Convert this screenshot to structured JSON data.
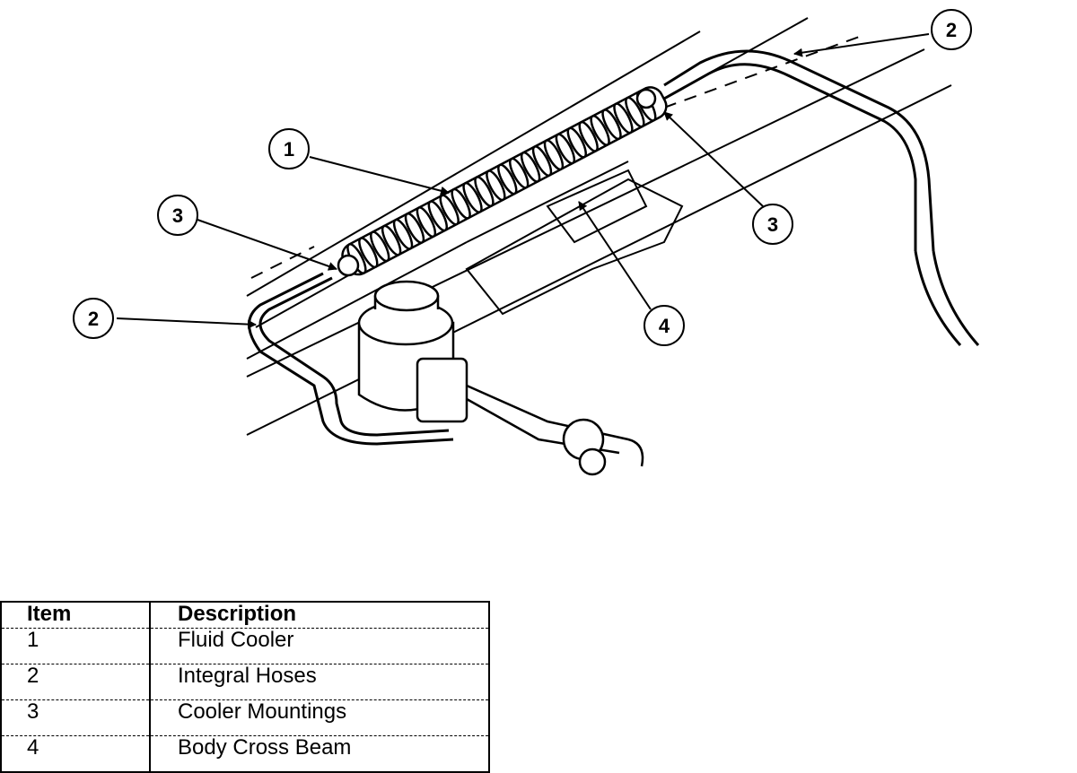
{
  "callouts": [
    "1",
    "2",
    "3",
    "4"
  ],
  "legend": {
    "headers": {
      "item": "Item",
      "description": "Description"
    },
    "rows": [
      {
        "item": "1",
        "description": "Fluid Cooler"
      },
      {
        "item": "2",
        "description": "Integral Hoses"
      },
      {
        "item": "3",
        "description": "Cooler Mountings"
      },
      {
        "item": "4",
        "description": "Body Cross Beam"
      }
    ]
  }
}
